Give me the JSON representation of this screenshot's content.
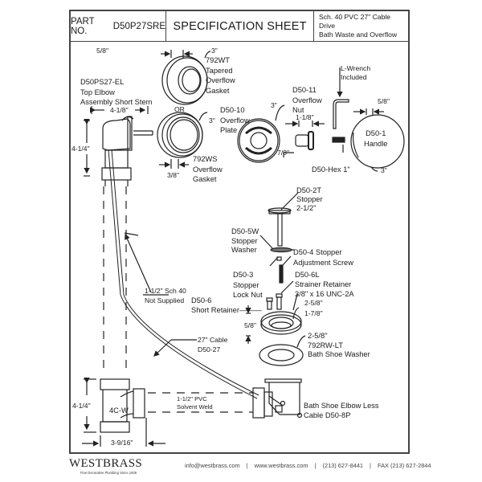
{
  "header": {
    "part_no_label": "PART NO.",
    "part_no": "D50P27SRE",
    "title": "SPECIFICATION SHEET",
    "description_line1": "Sch. 40 PVC 27\" Cable Drive",
    "description_line2": "Bath Waste and Overflow"
  },
  "components": {
    "gasket_tapered": {
      "dim_width": "5/8\"",
      "dim_dia": "3\"",
      "part": "792WT",
      "name1": "Tapered",
      "name2": "Overflow",
      "name3": "Gasket"
    },
    "top_elbow": {
      "part": "D50PS27-EL",
      "name1": "Top Elbow",
      "name2": "Assembly Short Stem",
      "dim_width": "4-1/8\"",
      "dim_height": "4-1/4\""
    },
    "or_label": "OR",
    "gasket_ws": {
      "dim_dia": "3\"",
      "dim_width": "3/8\"",
      "part": "792WS",
      "name1": "Overflow",
      "name2": "Gasket"
    },
    "overflow_plate": {
      "part": "D50-10",
      "name1": "Overflow",
      "name2": "Plate",
      "dim_dia": "3\""
    },
    "overflow_nut": {
      "part": "D50-11",
      "name1": "Overflow",
      "name2": "Nut",
      "dim_length": "1-1/8\"",
      "dim_dia": "7/8\""
    },
    "l_wrench": {
      "name1": "L-Wrench",
      "name2": "Included"
    },
    "hex": {
      "label": "D50-Hex 1\""
    },
    "handle": {
      "part": "D50-1",
      "name": "Handle",
      "dim_width": "5/8\"",
      "dim_dia": "3\""
    },
    "stopper": {
      "part": "D50-2T",
      "name": "Stopper",
      "size": "2-1/2\""
    },
    "stopper_washer": {
      "part": "D50-5W",
      "name1": "Stopper",
      "name2": "Washer"
    },
    "adjust_screw": {
      "label1": "D50-4 Stopper",
      "label2": "Adjustment Screw"
    },
    "lock_nut": {
      "part": "D50-3",
      "name1": "Stopper",
      "name2": "Lock Nut"
    },
    "strainer_retainer": {
      "part": "D50-6L",
      "name": "Strainer Retainer",
      "thread": "3/8\" x 16 UNC-2A"
    },
    "short_retainer": {
      "part": "D50-6",
      "name": "Short Retainer"
    },
    "strainer": {
      "dim_outer": "2-5/8\"",
      "dim_inner": "1-7/8\"",
      "dim_height": "5/8\""
    },
    "shoe_washer": {
      "dim": "2-5/8\"",
      "part": "792RW-LT",
      "name": "Bath Shoe Washer"
    },
    "pipe": {
      "label1": "1-1/2\" Sch 40",
      "label2": "Not Supplied"
    },
    "cable": {
      "label1": "27\" Cable",
      "label2": "D50-27"
    },
    "tee": {
      "part": "4C-W",
      "dim_height": "4-1/4\"",
      "dim_width": "3-9/16\""
    },
    "pvc": {
      "label1": "1-1/2\" PVC",
      "label2": "Solvent Weld"
    },
    "shoe_elbow": {
      "label1": "Bath Shoe Elbow Less",
      "label2": "Cable D50-8P"
    }
  },
  "footer": {
    "brand": "WESTBRASS",
    "tagline": "Fine Decorative Plumbing Since 1935",
    "email": "info@westbrass.com",
    "website": "www.westbrass.com",
    "phone": "(213) 627-8441",
    "fax": "FAX (213) 627-2844",
    "separator": "|"
  }
}
